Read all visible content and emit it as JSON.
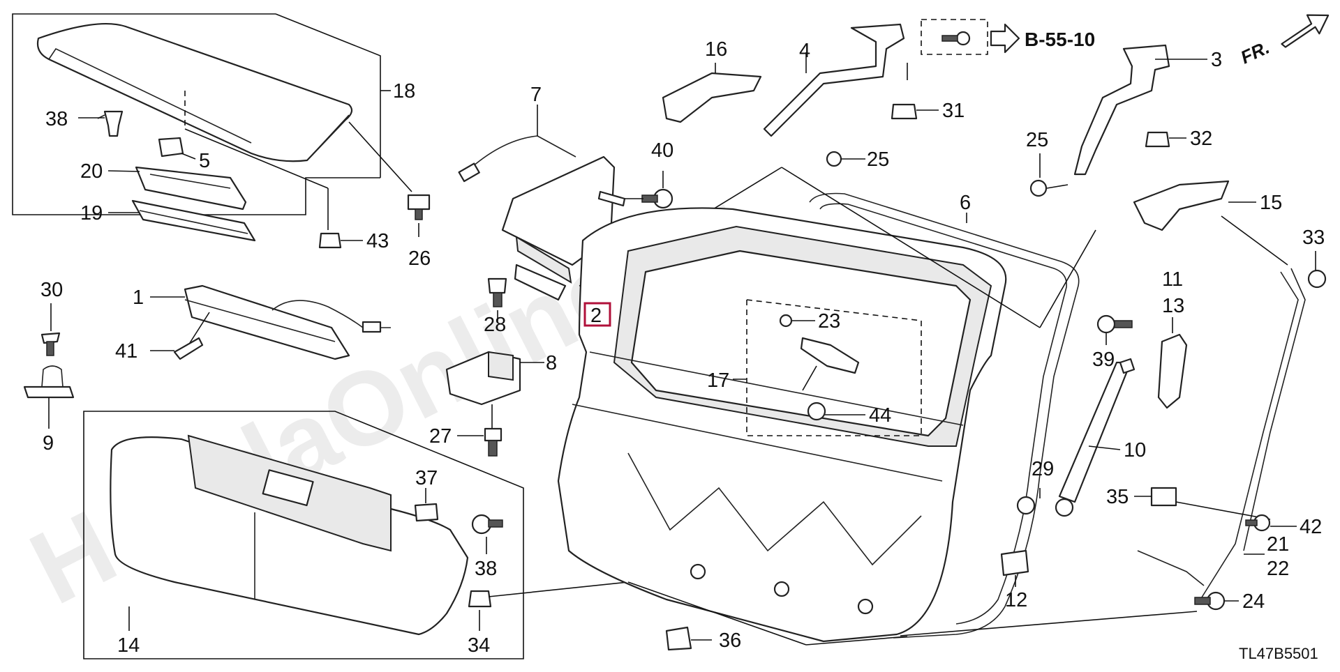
{
  "watermark": "HondaOnline.ru",
  "reference": {
    "arrow_label": "B-55-10"
  },
  "orientation": {
    "label": "FR."
  },
  "diagram_code": "TL47B5501",
  "callouts": {
    "c1": "1",
    "c2": "2",
    "c3": "3",
    "c4": "4",
    "c5": "5",
    "c6": "6",
    "c7": "7",
    "c8": "8",
    "c9": "9",
    "c10": "10",
    "c11": "11",
    "c12": "12",
    "c13": "13",
    "c14": "14",
    "c15": "15",
    "c16": "16",
    "c17": "17",
    "c18": "18",
    "c19": "19",
    "c20": "20",
    "c21": "21",
    "c22": "22",
    "c23": "23",
    "c24": "24",
    "c25a": "25",
    "c25b": "25",
    "c26": "26",
    "c27": "27",
    "c28": "28",
    "c29": "29",
    "c30": "30",
    "c31": "31",
    "c32": "32",
    "c33": "33",
    "c34": "34",
    "c35": "35",
    "c36": "36",
    "c37": "37",
    "c38a": "38",
    "c38b": "38",
    "c39": "39",
    "c40": "40",
    "c41": "41",
    "c42": "42",
    "c43": "43",
    "c44": "44"
  },
  "highlighted_callout": "c2",
  "colors": {
    "line": "#222222",
    "highlight": "#b0103a",
    "watermark": "#ececec"
  }
}
